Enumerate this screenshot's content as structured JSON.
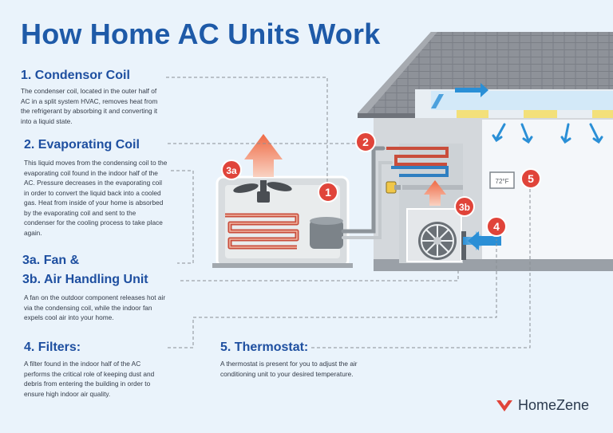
{
  "title": "How Home AC Units Work",
  "sections": {
    "condensor": {
      "heading": "1. Condensor Coil",
      "body": "The condenser coil, located in the outer half of AC in a split system HVAC, removes heat from the refrigerant by absorbing it and converting it into a liquid state."
    },
    "evaporating": {
      "heading": "2. Evaporating Coil",
      "body": "This liquid moves from the condensing coil to the evaporating coil found in the indoor half of the AC. Pressure decreases in the evaporating coil in order to convert the liquid back into a cooled gas. Heat from inside of your home is absorbed by the evaporating coil and sent to the condenser for the cooling process to take place again."
    },
    "fan": {
      "heading_a": "3a. Fan &",
      "heading_b": "3b. Air Handling Unit",
      "body": "A fan on the outdoor component releases hot air via the condensing coil, while the indoor fan expels cool air into your home."
    },
    "filters": {
      "heading": "4. Filters:",
      "body": "A filter found in the indoor half of the AC performs the critical role of keeping dust and debris from entering the building in order to ensure high indoor air quality."
    },
    "thermostat": {
      "heading": "5. Thermostat:",
      "body": "A thermostat is present for you to adjust the air conditioning unit to your desired temperature."
    }
  },
  "markers": {
    "m1": "1",
    "m2": "2",
    "m3a": "3a",
    "m3b": "3b",
    "m4": "4",
    "m5": "5"
  },
  "thermostat_display": "72°F",
  "logo": {
    "text": "HomeZene"
  },
  "colors": {
    "title": "#1e5aa8",
    "heading": "#1e4fa0",
    "marker": "#e0443a",
    "hot_arrow": "#f07a55",
    "cold_arrow": "#2a8fd6",
    "roof": "#8e9299"
  }
}
